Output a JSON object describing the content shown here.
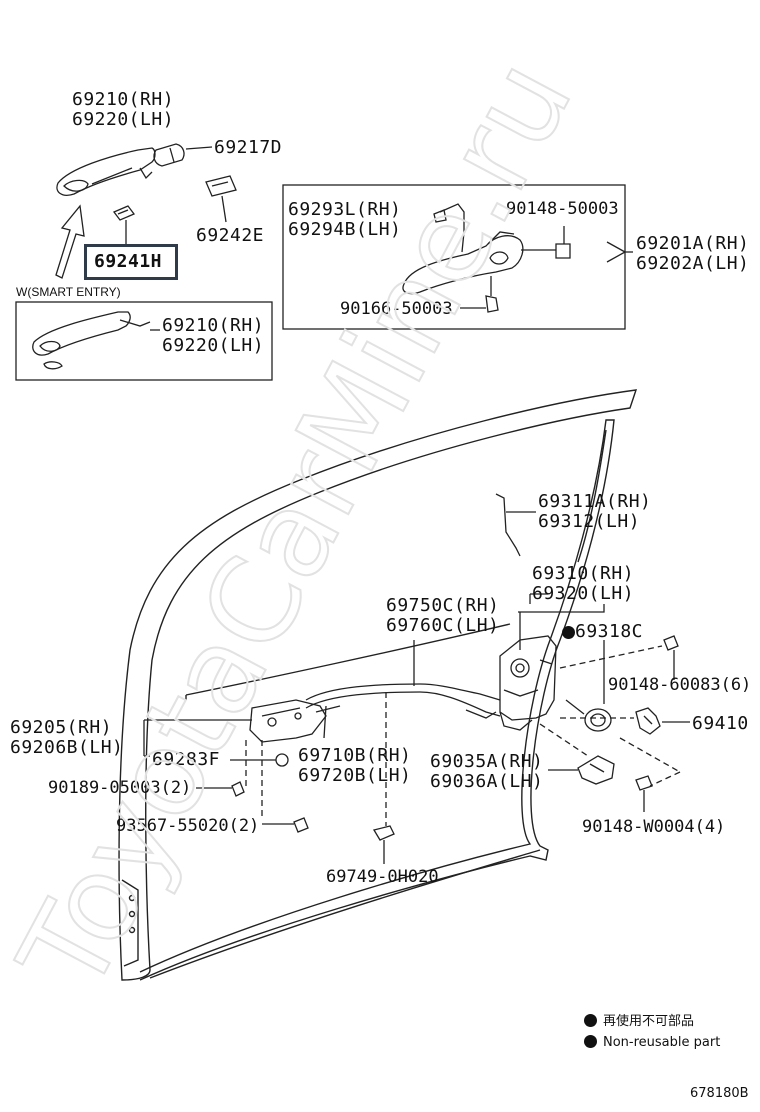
{
  "labels": {
    "handle_rh_top": "69210(RH)",
    "handle_lh_top": "69220(LH)",
    "cap": "69217D",
    "pad_part": "69242E",
    "highlighted_part": "69241H",
    "smart_entry": "W(SMART ENTRY)",
    "handle_rh_box": "69210(RH)",
    "handle_lh_box": "69220(LH)",
    "frame_rh": "69293L(RH)",
    "frame_lh": "69294B(LH)",
    "screw_upper": "90148-50003",
    "screw_lower": "90166-50003",
    "frame_assy_rh": "69201A(RH)",
    "frame_assy_lh": "69202A(LH)",
    "rod_rh": "69311A(RH)",
    "rod_lh": "69312(LH)",
    "lock_rh": "69310(RH)",
    "lock_lh": "69320(LH)",
    "cable_rh": "69750C(RH)",
    "cable_lh": "69760C(LH)",
    "seal": "69318C",
    "screw_lock": "90148-60083(6)",
    "inside_handle_rh": "69205(RH)",
    "inside_handle_lh": "69206B(LH)",
    "striker": "69410",
    "cover": "69283F",
    "cable2_rh": "69710B(RH)",
    "cable2_lh": "69720B(LH)",
    "protector_rh": "69035A(RH)",
    "protector_lh": "69036A(LH)",
    "clip": "90189-05003(2)",
    "screw_handle": "93567-55020(2)",
    "screw_striker": "90148-W0004(4)",
    "clamp": "69749-0H020"
  },
  "legend": {
    "japanese": "再使用不可部品",
    "english": "Non-reusable part"
  },
  "figure_id": "678180B",
  "watermark": "ToyotaCarMine.ru"
}
